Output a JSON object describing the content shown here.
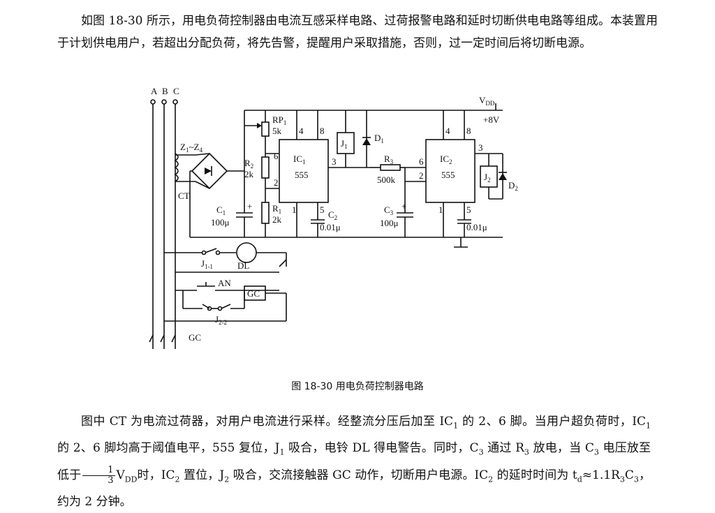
{
  "intro": {
    "p1": "如图 18-30 所示，用电负荷控制器由电流互感采样电路、过荷报警电路和延时切断供电电路等组成。本装置用于计划供电用户，若超出分配负荷，将先告警，提醒用户采取措施，否则，过一定时间后将切断电源。"
  },
  "caption": "图 18-30    用电负荷控制器电路",
  "explain": {
    "s1": "图中 CT 为电流过荷器，对用户电流进行采样。经整流分压后加至 IC",
    "s1_sub": "1",
    "s2": " 的 2、6 脚。当用户超负荷时，IC",
    "s2_sub": "1",
    "s3": " 的 2、6 脚均高于阈值电平，555 复位，J",
    "s3_sub": "1",
    "s4": " 吸合，电铃 DL 得电警告。同时，C",
    "s4_sub": "3",
    "s5": " 通过 R",
    "s5_sub": "3",
    "s6": " 放电，当 C",
    "s6_sub": "3",
    "s7": " 电压放至低于",
    "frac_num": "1",
    "frac_den": "3",
    "s8": "V",
    "s8_sub": "DD",
    "s9": "时，IC",
    "s9_sub": "2",
    "s10": " 置位，J",
    "s10_sub": "2",
    "s11": " 吸合，交流接触器 GC 动作，切断用户电源。IC",
    "s11_sub": "2",
    "s12": " 的延时时间为 t",
    "s12_sub": "d",
    "s13": "≈1.1R",
    "s13_sub": "3",
    "s14": "C",
    "s14_sub": "3",
    "s15": "，约为 2 分钟。"
  },
  "circuit": {
    "phase_a": "A",
    "phase_b": "B",
    "phase_c": "C",
    "vdd": "V",
    "vdd_sub": "DD",
    "vplus": "+8V",
    "z": "Z",
    "z1_sub": "1",
    "z_tilde": "~Z",
    "z4_sub": "4",
    "ct": "CT",
    "rp": "RP",
    "rp_sub": "1",
    "rp_val": "5k",
    "r2": "R",
    "r2_sub": "2",
    "r2_val": "2k",
    "r1": "R",
    "r1_sub": "1",
    "r1_val": "2k",
    "c1": "C",
    "c1_sub": "1",
    "c1_val": "100μ",
    "ic1": "IC",
    "ic1_sub": "1",
    "ic1_type": "555",
    "c2": "C",
    "c2_sub": "2",
    "c2_val": "0.01μ",
    "j1": "J",
    "j1_sub": "1",
    "d1": "D",
    "d1_sub": "1",
    "r3": "R",
    "r3_sub": "3",
    "r3_val": "500k",
    "c3": "C",
    "c3_sub": "3",
    "c3_val": "100μ",
    "ic2": "IC",
    "ic2_sub": "2",
    "ic2_type": "555",
    "c5_val": "0.01μ",
    "j2": "J",
    "j2_sub": "2",
    "d2": "D",
    "d2_sub": "2",
    "j11": "J",
    "j11_sub": "1-1",
    "dl": "DL",
    "an": "AN",
    "gc": "GC",
    "j22": "J",
    "j22_sub": "2-2",
    "gc_bottom": "GC",
    "pin4": "4",
    "pin8": "8",
    "pin6": "6",
    "pin2": "2",
    "pin3": "3",
    "pin1": "1",
    "pin5": "5",
    "plus": "+"
  }
}
